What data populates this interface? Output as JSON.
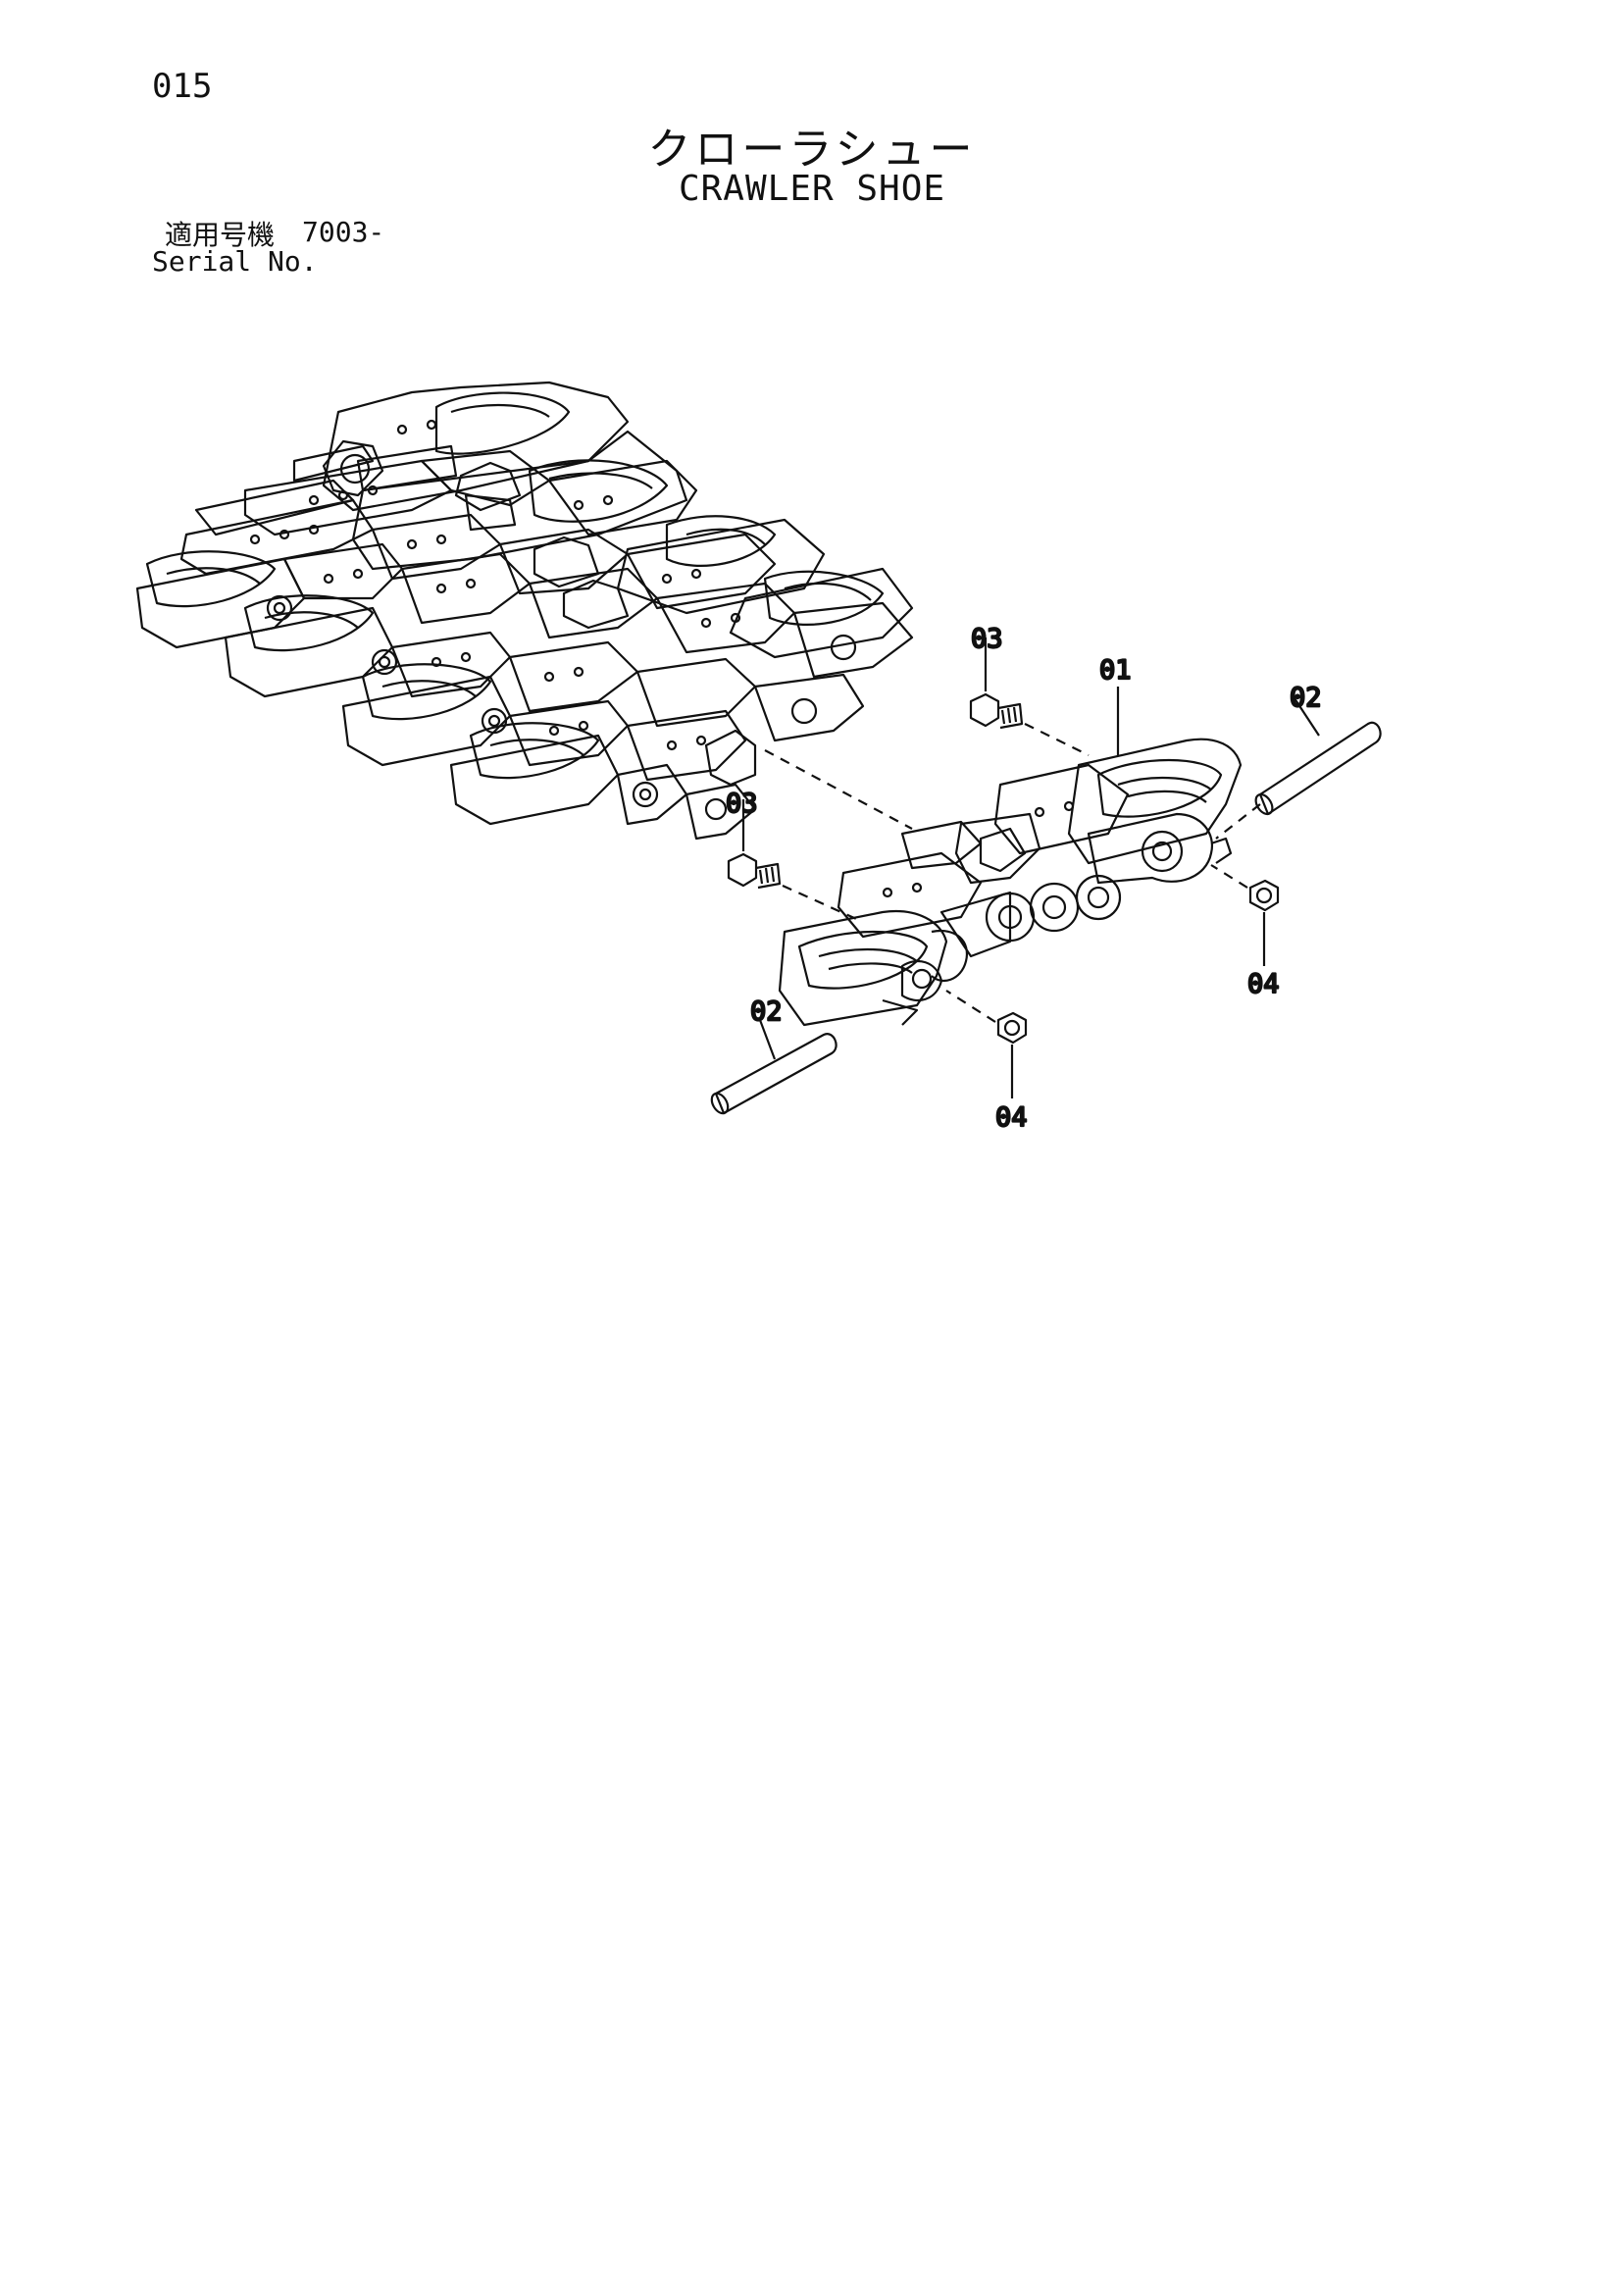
{
  "header": {
    "page_number": "015",
    "title_jp": "クローラシュー",
    "title_en": "CRAWLER SHOE"
  },
  "serial": {
    "label_jp": "適用号機",
    "value": "7003-",
    "label_en": "Serial No."
  },
  "callouts": [
    {
      "id": "01",
      "label": "01"
    },
    {
      "id": "02",
      "label": "02"
    },
    {
      "id": "03",
      "label": "03"
    },
    {
      "id": "04",
      "label": "04"
    }
  ]
}
